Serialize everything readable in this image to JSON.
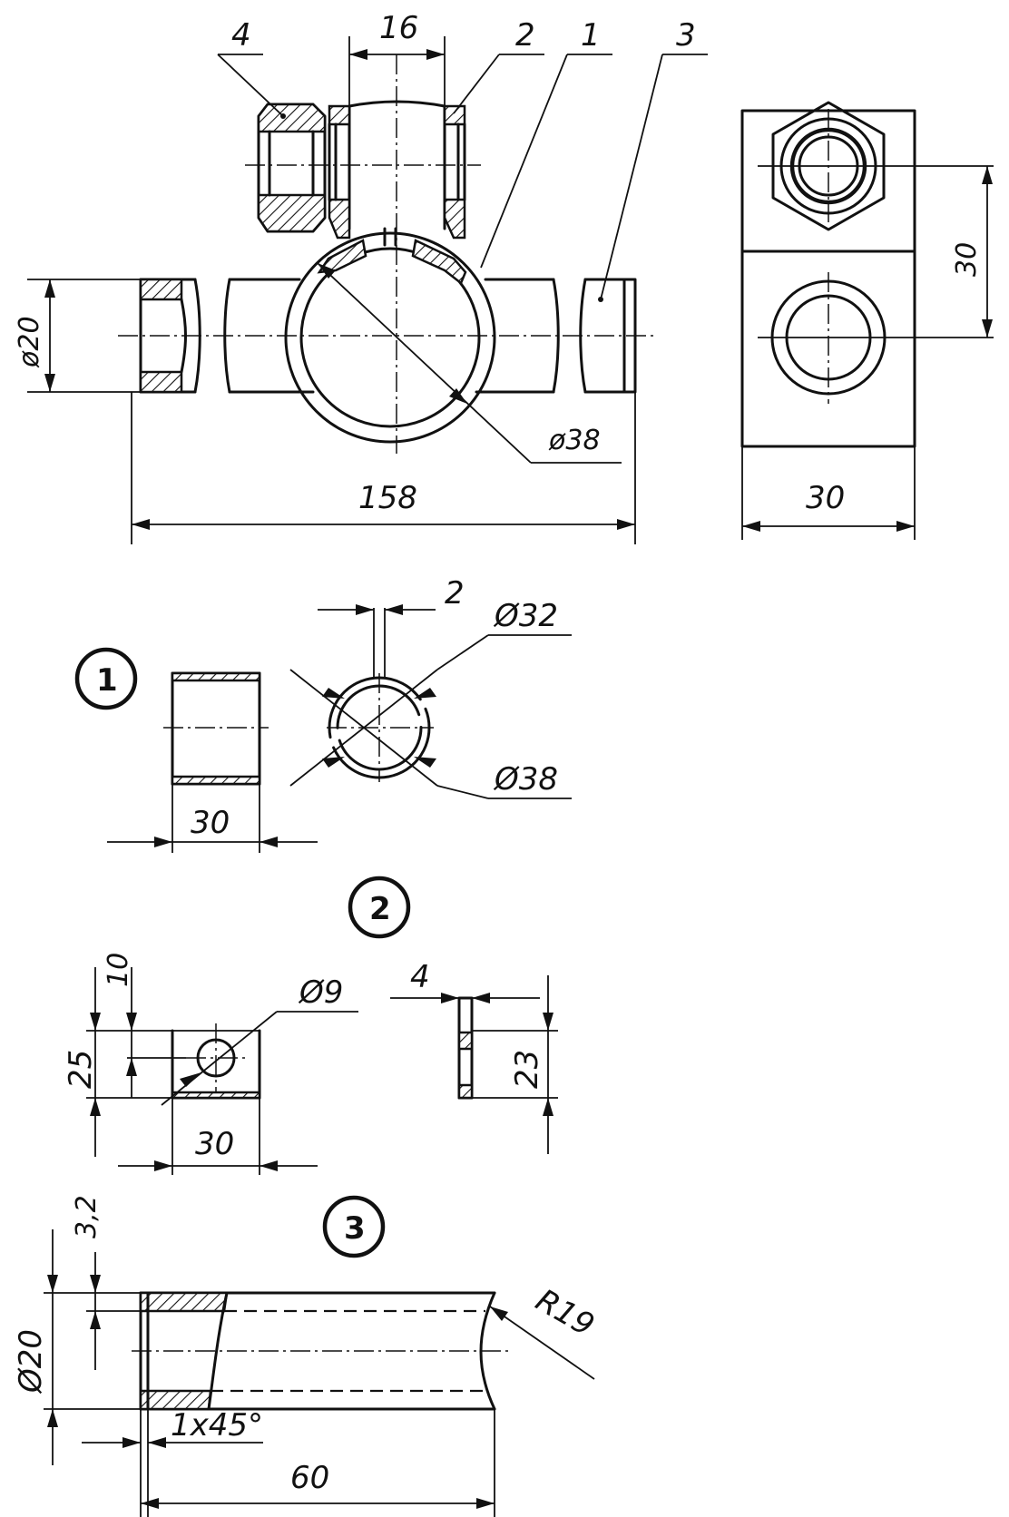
{
  "assembly": {
    "part_labels": [
      "4",
      "2",
      "1",
      "3"
    ],
    "dims": {
      "width": "16",
      "shaft_dia": "ø20",
      "ring_dia": "ø38",
      "length": "158",
      "bolt_spacing": "30",
      "block_width": "30"
    }
  },
  "part1": {
    "number": "1",
    "dims": {
      "gap": "2",
      "inner_dia": "Ø32",
      "outer_dia": "Ø38",
      "width": "30"
    }
  },
  "part2": {
    "number": "2",
    "dims": {
      "offset": "10",
      "hole_dia": "Ø9",
      "height": "25",
      "width": "30",
      "thickness": "4",
      "side_height": "23"
    }
  },
  "part3": {
    "number": "3",
    "dims": {
      "wall": "3,2",
      "dia": "Ø20",
      "radius": "R19",
      "chamfer": "1x45°",
      "length": "60"
    }
  }
}
